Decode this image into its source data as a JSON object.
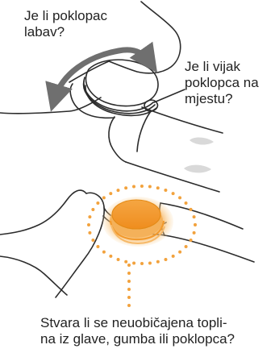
{
  "callouts": {
    "cap_loose": "Je li poklopac\nlabav?",
    "cap_screw": "Je li vijak\npoklopca na\nmjestu?",
    "unusual_heat": "Stvara li se neuobičajena topli-\nna iz glave, gumba ili poklopca?"
  },
  "colors": {
    "arrow": "#6f6f6f",
    "outline": "#2b2b2b",
    "highlight": "#f29a2e",
    "highlight_light": "#f8c37c",
    "dots": "#f2a23d"
  },
  "icons": {
    "rotation": "double-headed-curved-arrow",
    "heat": "dotted-heat-ring"
  }
}
